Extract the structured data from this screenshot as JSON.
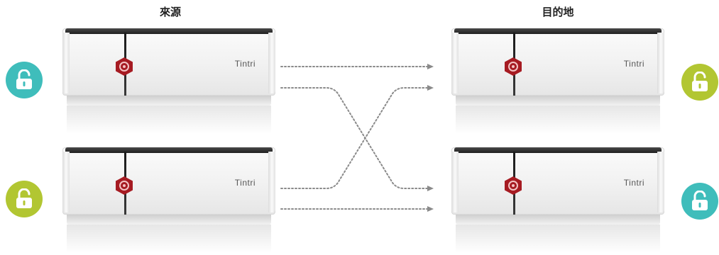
{
  "headers": {
    "source": "來源",
    "destination": "目的地"
  },
  "brand_label": "Tintri",
  "colors": {
    "lock_teal": "#3fbdbb",
    "lock_green": "#b2c632",
    "logo_red": "#a61b22",
    "arrow": "#8a8a8a"
  },
  "icons": {
    "lock": "lock-open-icon",
    "logo": "tintri-hex-logo-icon"
  },
  "source_units": [
    {
      "lock_color": "teal"
    },
    {
      "lock_color": "green"
    }
  ],
  "destination_units": [
    {
      "lock_color": "green"
    },
    {
      "lock_color": "teal"
    }
  ],
  "connections": [
    {
      "from": "source-1",
      "to": "destination-1"
    },
    {
      "from": "source-1",
      "to": "destination-2"
    },
    {
      "from": "source-2",
      "to": "destination-1"
    },
    {
      "from": "source-2",
      "to": "destination-2"
    }
  ]
}
